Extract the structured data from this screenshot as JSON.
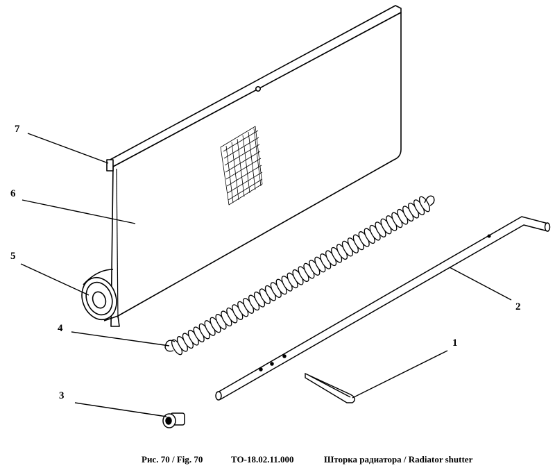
{
  "callouts": {
    "c1": "1",
    "c2": "2",
    "c3": "3",
    "c4": "4",
    "c5": "5",
    "c6": "6",
    "c7": "7"
  },
  "caption": {
    "figure": "Рис. 70 / Fig. 70",
    "code": "ТО-18.02.11.000",
    "title": "Шторка радиатора / Radiator shutter"
  },
  "colors": {
    "line": "#000000",
    "paper": "#ffffff"
  }
}
